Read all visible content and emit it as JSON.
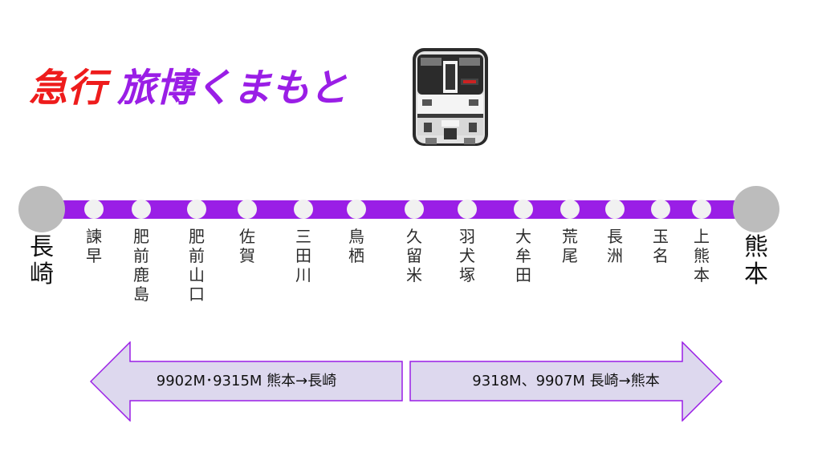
{
  "title": {
    "kind": "急行",
    "name": "旅博くまもと"
  },
  "colors": {
    "kind": "#ee1c1c",
    "name": "#9a1ee6",
    "line": "#9a1ee6",
    "terminal": "#bcbcbc",
    "stop": "#f1f1f1",
    "arrow_fill": "#ddd8ee",
    "arrow_stroke": "#9a1ee6"
  },
  "route": {
    "origin": "長崎",
    "destination": "熊本",
    "stops": [
      "諫早",
      "肥前鹿島",
      "肥前山口",
      "佐賀",
      "三田川",
      "鳥栖",
      "久留米",
      "羽犬塚",
      "大牟田",
      "荒尾",
      "長洲",
      "玉名",
      "上熊本"
    ]
  },
  "directions": [
    {
      "label": "9902M･9315M 熊本→長崎",
      "points": "left"
    },
    {
      "label": "9318M、9907M 長崎→熊本",
      "points": "right"
    }
  ],
  "icon": "train-front-icon"
}
